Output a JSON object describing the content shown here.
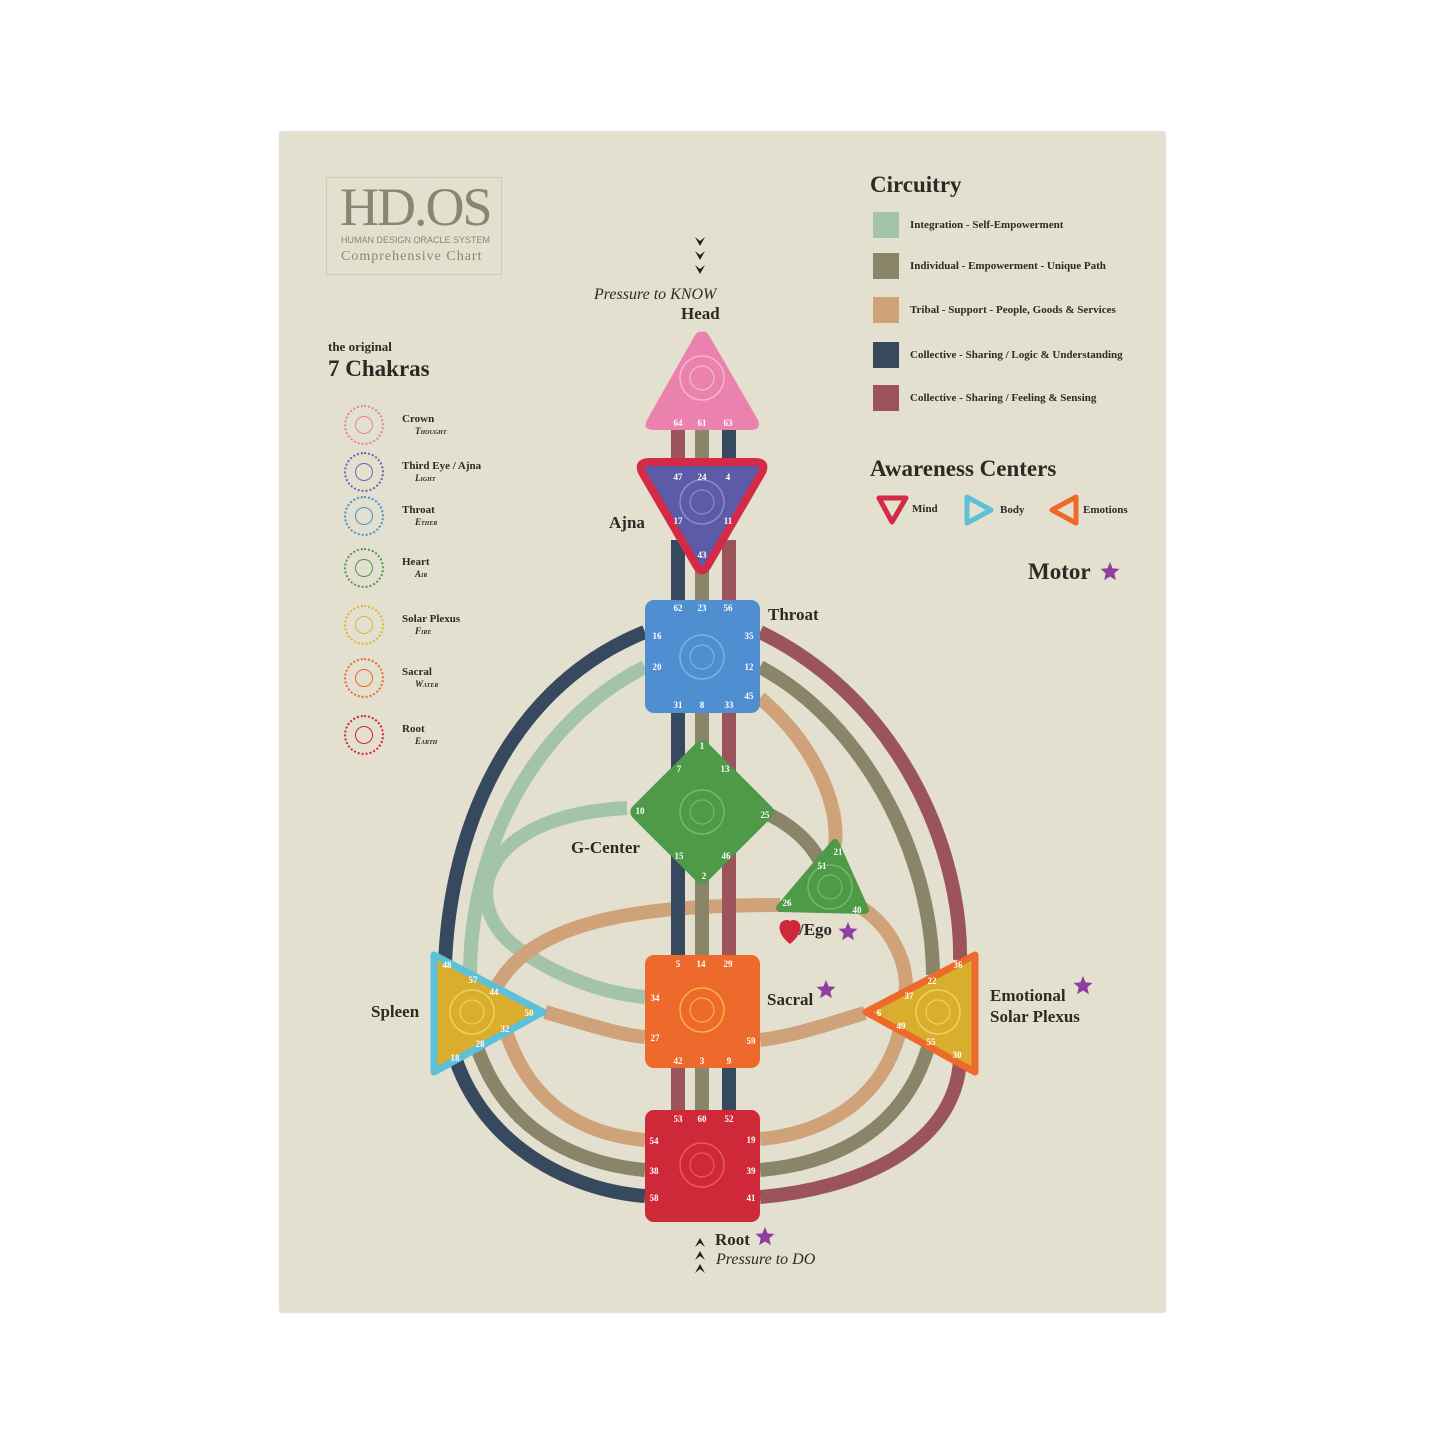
{
  "logo": {
    "title": "HD.OS",
    "subtitle": "HUMAN DESIGN ORACLE SYSTEM",
    "chart": "Comprehensive Chart"
  },
  "chakras": {
    "pre": "the original",
    "title": "7 Chakras",
    "items": [
      {
        "name": "Crown",
        "element": "Thought",
        "color": "#e37fb0"
      },
      {
        "name": "Third Eye / Ajna",
        "element": "Light",
        "color": "#6b62b8"
      },
      {
        "name": "Throat",
        "element": "Ether",
        "color": "#4f8ed0"
      },
      {
        "name": "Heart",
        "element": "Air",
        "color": "#4e9a48"
      },
      {
        "name": "Solar Plexus",
        "element": "Fire",
        "color": "#dcb830"
      },
      {
        "name": "Sacral",
        "element": "Water",
        "color": "#ed6a2c"
      },
      {
        "name": "Root",
        "element": "Earth",
        "color": "#cf2838"
      }
    ]
  },
  "circuitry": {
    "title": "Circuitry",
    "items": [
      {
        "label": "Integration - Self-Empowerment",
        "color": "#a3c4a8"
      },
      {
        "label": "Individual - Empowerment - Unique Path",
        "color": "#8a8468"
      },
      {
        "label": "Tribal - Support - People, Goods & Services",
        "color": "#cfa27a"
      },
      {
        "label": "Collective - Sharing / Logic & Understanding",
        "color": "#36495e"
      },
      {
        "label": "Collective - Sharing / Feeling & Sensing",
        "color": "#9b5459"
      }
    ]
  },
  "awareness": {
    "title": "Awareness Centers",
    "items": [
      {
        "label": "Mind",
        "color": "#d42a45"
      },
      {
        "label": "Body",
        "color": "#5bc0d8"
      },
      {
        "label": "Emotions",
        "color": "#ee6a2a"
      }
    ]
  },
  "motor": {
    "label": "Motor",
    "star_color": "#8e3ea0"
  },
  "pressure": {
    "top": "Pressure to KNOW",
    "bottom": "Pressure to DO"
  },
  "centers": {
    "head": {
      "label": "Head",
      "color": "#ea82ad",
      "gates": [
        "64",
        "61",
        "63"
      ]
    },
    "ajna": {
      "label": "Ajna",
      "color": "#5b5ba8",
      "gates": [
        "47",
        "24",
        "4",
        "17",
        "11",
        "43"
      ]
    },
    "throat": {
      "label": "Throat",
      "color": "#4f8ed0",
      "gates": [
        "62",
        "23",
        "56",
        "16",
        "20",
        "35",
        "12",
        "31",
        "8",
        "33",
        "45"
      ]
    },
    "g": {
      "label": "G-Center",
      "color": "#4e9a48",
      "gates": [
        "1",
        "7",
        "13",
        "10",
        "25",
        "15",
        "46",
        "2"
      ]
    },
    "ego": {
      "label": "/Ego",
      "color": "#4e9a48",
      "gates": [
        "21",
        "51",
        "26",
        "40"
      ]
    },
    "sacral": {
      "label": "Sacral",
      "color": "#ed6a2c",
      "gates": [
        "5",
        "14",
        "29",
        "34",
        "27",
        "59",
        "42",
        "3",
        "9"
      ]
    },
    "root": {
      "label": "Root",
      "color": "#cf2838",
      "gates": [
        "53",
        "60",
        "52",
        "54",
        "38",
        "58",
        "19",
        "39",
        "41"
      ]
    },
    "spleen": {
      "label": "Spleen",
      "color": "#d9ae2c",
      "gates": [
        "48",
        "57",
        "44",
        "50",
        "32",
        "28",
        "18"
      ]
    },
    "esp": {
      "label": "Emotional",
      "label2": "Solar Plexus",
      "color": "#d9ae2c",
      "gates": [
        "36",
        "22",
        "37",
        "6",
        "49",
        "55",
        "30"
      ]
    }
  }
}
